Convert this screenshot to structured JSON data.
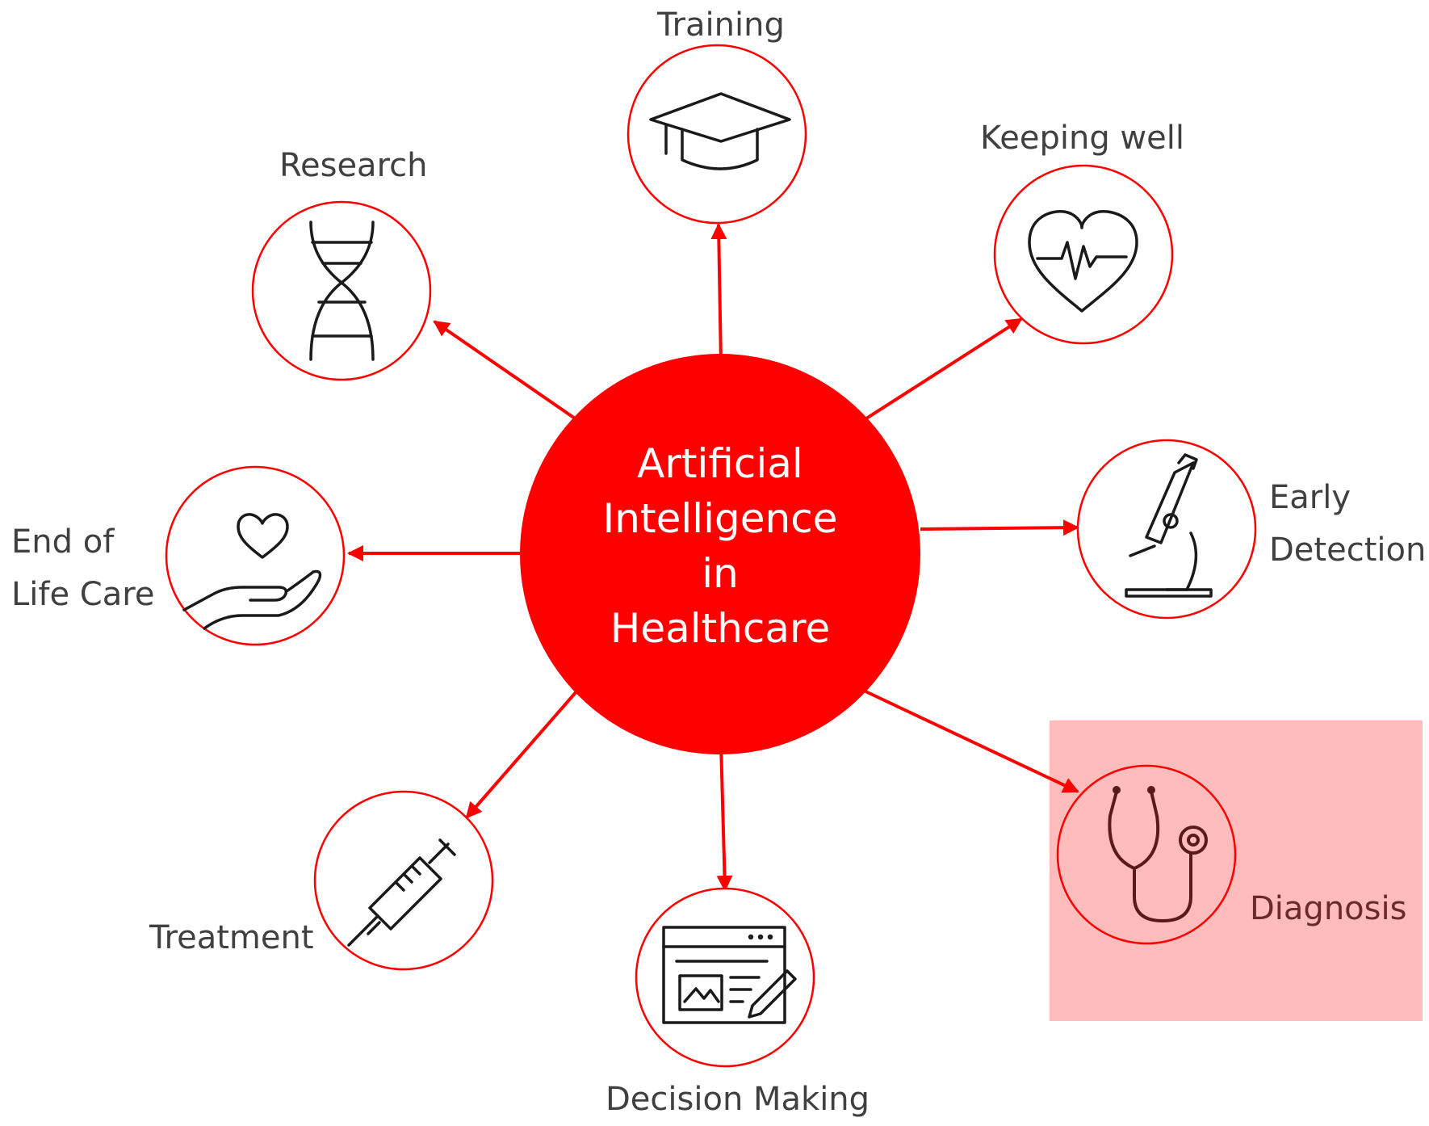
{
  "hub": {
    "lines": [
      "Artificial",
      "Intelligence",
      "in",
      "Healthcare"
    ]
  },
  "colors": {
    "accent": "#ff0000",
    "highlight": "#ffbcbc",
    "icon": "#1a1a1a",
    "icon_highlighted": "#5a1a1a",
    "label": "#404040"
  },
  "nodes": [
    {
      "id": "training",
      "icon": "graduation-cap-icon",
      "label": "Training"
    },
    {
      "id": "keeping-well",
      "icon": "heart-pulse-icon",
      "label": "Keeping well"
    },
    {
      "id": "early-detection",
      "icon": "microscope-icon",
      "lines": [
        "Early",
        "Detection"
      ]
    },
    {
      "id": "diagnosis",
      "icon": "stethoscope-icon",
      "label": "Diagnosis",
      "highlighted": true
    },
    {
      "id": "decision-making",
      "icon": "document-edit-icon",
      "label": "Decision Making"
    },
    {
      "id": "treatment",
      "icon": "syringe-icon",
      "label": "Treatment"
    },
    {
      "id": "end-of-life-care",
      "icon": "heart-in-hand-icon",
      "lines": [
        "End of",
        "Life Care"
      ]
    },
    {
      "id": "research",
      "icon": "dna-icon",
      "label": "Research"
    }
  ]
}
